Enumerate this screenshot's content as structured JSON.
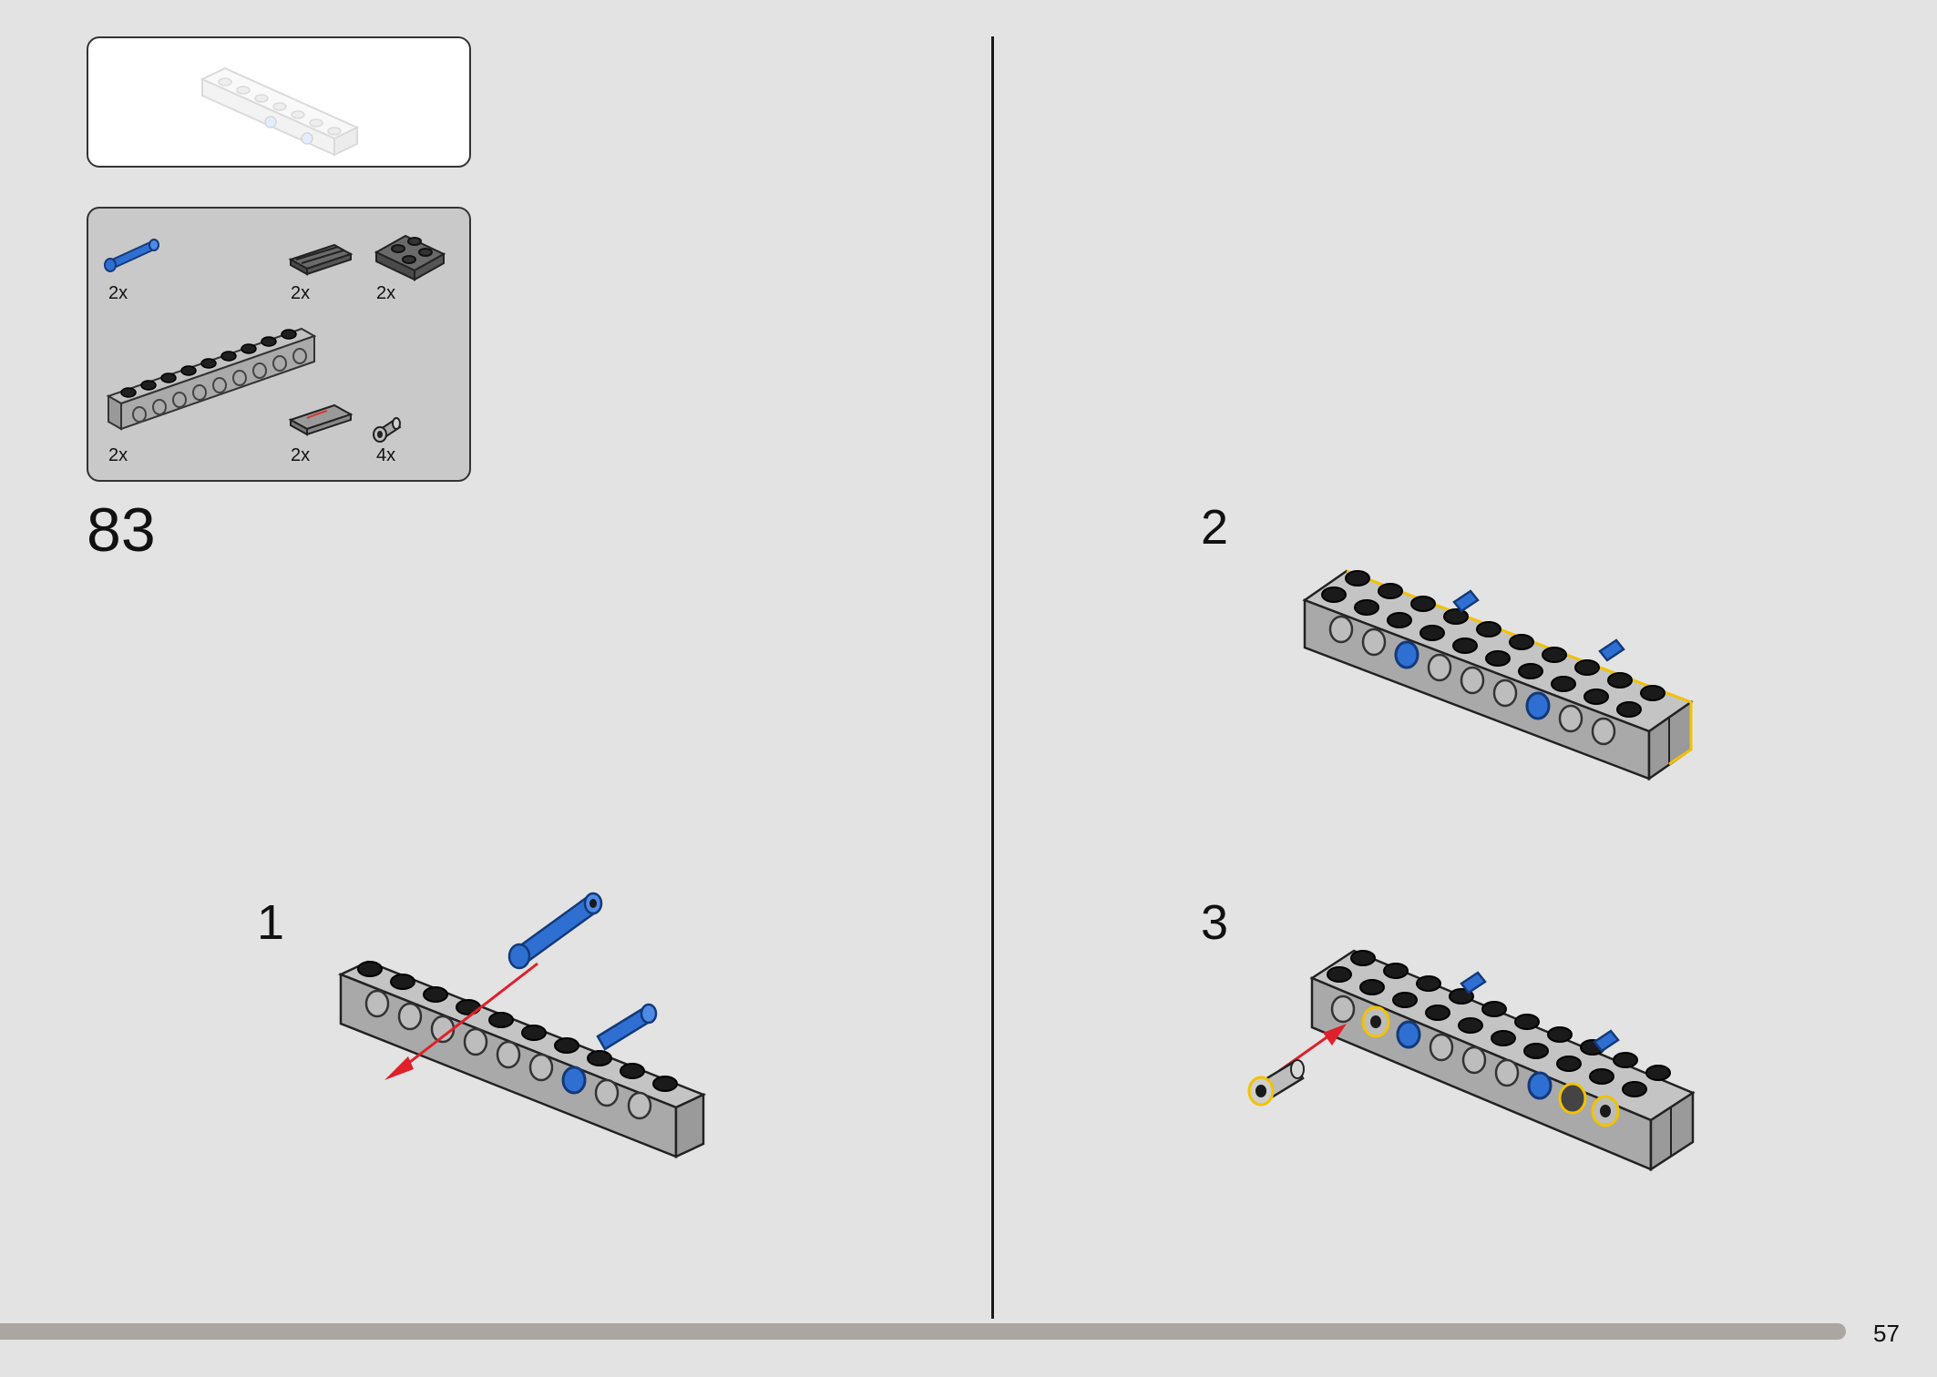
{
  "step": {
    "number": "83"
  },
  "parts_list": [
    {
      "part": "blue-axle-pin",
      "qty": "2x"
    },
    {
      "part": "dark-grey-tile-grille",
      "qty": "2x"
    },
    {
      "part": "dark-grey-plate-2x2",
      "qty": "2x"
    },
    {
      "part": "grey-technic-brick-1x10",
      "qty": "2x"
    },
    {
      "part": "grey-tile-printed",
      "qty": "2x"
    },
    {
      "part": "grey-bush-pin",
      "qty": "4x"
    }
  ],
  "substeps": [
    {
      "label": "1"
    },
    {
      "label": "2"
    },
    {
      "label": "3"
    }
  ],
  "footer": {
    "page_number": "57",
    "progress": 0.95
  },
  "colors": {
    "background": "#e3e3e3",
    "parts_panel": "#c9c9c9",
    "brick_grey": "#a9a9a9",
    "stud_black": "#1a1a1a",
    "pin_blue": "#2f6fd1",
    "highlight_yellow": "#f2c200",
    "arrow_red": "#e0202a",
    "progress_bar": "#aaa6a2"
  }
}
